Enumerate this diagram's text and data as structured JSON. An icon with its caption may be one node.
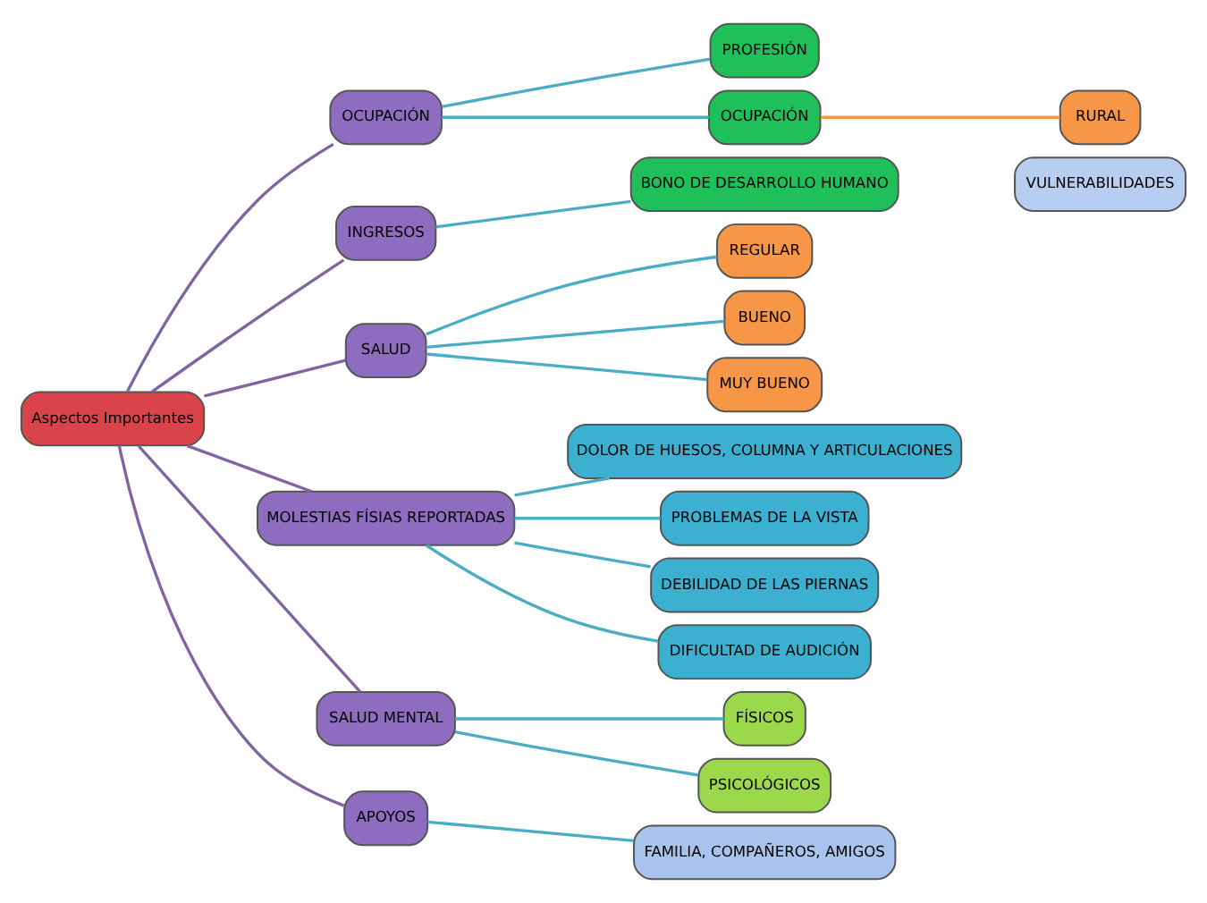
{
  "diagram": {
    "nodes": [
      {
        "text": [
          "Aspectos Importantes"
        ]
      },
      {
        "text": [
          "OCUPACIÓN"
        ]
      },
      {
        "text": [
          "PROFESIÓN"
        ]
      },
      {
        "text": [
          "OCUPACIÓN"
        ]
      },
      {
        "text": [
          "RURAL"
        ]
      },
      {
        "text": [
          "VULNERABILIDADES"
        ]
      },
      {
        "text": [
          "INGRESOS"
        ]
      },
      {
        "text": [
          "BONO DE DESARROLLO HUMANO"
        ]
      },
      {
        "text": [
          "SALUD"
        ]
      },
      {
        "text": [
          "REGULAR"
        ]
      },
      {
        "text": [
          "BUENO"
        ]
      },
      {
        "text": [
          "MUY BUENO"
        ]
      },
      {
        "text": [
          "MOLESTIAS FÍSIAS REPORTADAS"
        ]
      },
      {
        "text": [
          "DOLOR DE HUESOS, COLUMNA Y ARTICULACIONES"
        ]
      },
      {
        "text": [
          "PROBLEMAS DE LA VISTA"
        ]
      },
      {
        "text": [
          "DEBILIDAD DE LAS PIERNAS"
        ]
      },
      {
        "text": [
          "DIFICULTAD DE AUDICIÓN"
        ]
      },
      {
        "text": [
          "SALUD MENTAL"
        ]
      },
      {
        "text": [
          "FÍSICOS"
        ]
      },
      {
        "text": [
          "PSICOLÓGICOS"
        ]
      },
      {
        "text": [
          "APOYOS"
        ]
      },
      {
        "text": [
          "FAMILIA, COMPAÑEROS, AMIGOS"
        ]
      }
    ],
    "edges": [
      {
        "from": 0,
        "to": 1,
        "arrow": "none",
        "color": "#8064a2"
      },
      {
        "from": 0,
        "to": 6,
        "arrow": "none",
        "color": "#8064a2"
      },
      {
        "from": 0,
        "to": 8,
        "arrow": "none",
        "color": "#8064a2"
      },
      {
        "from": 0,
        "to": 12,
        "arrow": "none",
        "color": "#8064a2"
      },
      {
        "from": 0,
        "to": 17,
        "arrow": "none",
        "color": "#8064a2"
      },
      {
        "from": 0,
        "to": 20,
        "arrow": "none",
        "color": "#8064a2"
      },
      {
        "from": 1,
        "to": 2,
        "arrow": "none"
      },
      {
        "from": 1,
        "to": 3,
        "arrow": "none"
      },
      {
        "from": 3,
        "to": 4,
        "arrow": "none",
        "color": "#f79646"
      },
      {
        "from": 6,
        "to": 7,
        "arrow": "none"
      },
      {
        "from": 8,
        "to": 9,
        "arrow": "none"
      },
      {
        "from": 8,
        "to": 10,
        "arrow": "none"
      },
      {
        "from": 8,
        "to": 11,
        "arrow": "none"
      },
      {
        "from": 12,
        "to": 13,
        "arrow": "none"
      },
      {
        "from": 12,
        "to": 14,
        "arrow": "none"
      },
      {
        "from": 12,
        "to": 15,
        "arrow": "none"
      },
      {
        "from": 12,
        "to": 16,
        "arrow": "none"
      },
      {
        "from": 17,
        "to": 18,
        "arrow": "none"
      },
      {
        "from": 17,
        "to": 19,
        "arrow": "none"
      },
      {
        "from": 20,
        "to": 21,
        "arrow": "none"
      }
    ]
  }
}
